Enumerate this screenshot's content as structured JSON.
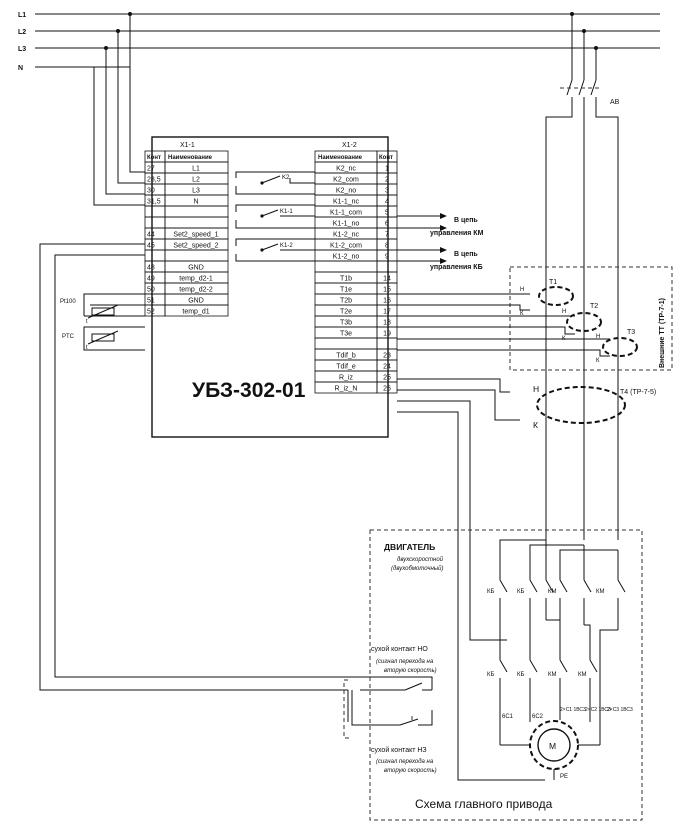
{
  "lines": {
    "l1": "L1",
    "l2": "L2",
    "l3": "L3",
    "n": "N"
  },
  "breaker": {
    "label": "АВ"
  },
  "x11": {
    "title": "X1-1",
    "col_num": "Конт",
    "col_name": "Наименование",
    "rows": [
      {
        "num": "27",
        "name": "L1"
      },
      {
        "num": "28,5",
        "name": "L2"
      },
      {
        "num": "30",
        "name": "L3"
      },
      {
        "num": "31,5",
        "name": "N"
      },
      {
        "num": "",
        "name": ""
      },
      {
        "num": "",
        "name": ""
      },
      {
        "num": "44",
        "name": "Set2_speed_1"
      },
      {
        "num": "45",
        "name": "Set2_speed_2"
      },
      {
        "num": "",
        "name": ""
      },
      {
        "num": "48",
        "name": "GND"
      },
      {
        "num": "49",
        "name": "temp_d2-1"
      },
      {
        "num": "50",
        "name": "temp_d2-2"
      },
      {
        "num": "51",
        "name": "GND"
      },
      {
        "num": "52",
        "name": "temp_d1"
      }
    ]
  },
  "x12": {
    "title": "X1-2",
    "col_name": "Наименование",
    "col_num": "Конт",
    "rows": [
      {
        "name": "K2_nc",
        "num": "1"
      },
      {
        "name": "K2_com",
        "num": "2"
      },
      {
        "name": "K2_no",
        "num": "3"
      },
      {
        "name": "K1-1_nc",
        "num": "4"
      },
      {
        "name": "K1-1_com",
        "num": "5"
      },
      {
        "name": "K1-1_no",
        "num": "6"
      },
      {
        "name": "K1-2_nc",
        "num": "7"
      },
      {
        "name": "K1-2_com",
        "num": "8"
      },
      {
        "name": "K1-2_no",
        "num": "9"
      },
      {
        "name": "",
        "num": ""
      },
      {
        "name": "T1b",
        "num": "14"
      },
      {
        "name": "T1e",
        "num": "15"
      },
      {
        "name": "T2b",
        "num": "16"
      },
      {
        "name": "T2e",
        "num": "17"
      },
      {
        "name": "T3b",
        "num": "18"
      },
      {
        "name": "T3e",
        "num": "19"
      },
      {
        "name": "",
        "num": ""
      },
      {
        "name": "Tdif_b",
        "num": "23"
      },
      {
        "name": "Tdif_e",
        "num": "24"
      },
      {
        "name": "R_iz",
        "num": "25"
      },
      {
        "name": "R_iz_N",
        "num": "26"
      }
    ]
  },
  "relays": {
    "k2": "K2",
    "k11": "K1-1",
    "k12": "K1-2"
  },
  "device": {
    "name": "УБЗ-302-01"
  },
  "outputs": {
    "km_title": "В цепь",
    "km_sub": "управления КМ",
    "kb_title": "В цепь",
    "kb_sub": "управления КБ"
  },
  "sensors": {
    "pt100": "Pt100",
    "ptc": "PTC",
    "t": "t"
  },
  "ct": {
    "t1": "T1",
    "t2": "T2",
    "t3": "T3",
    "t4": "T4 (ТР-7-5)",
    "h": "Н",
    "k": "К",
    "external": "Внешние ТТ (ТР-7-1)"
  },
  "motor": {
    "title": "ДВИГАТЕЛЬ",
    "sub1": "двухскоростной",
    "sub2": "(двухобмоточный)",
    "kb": "КБ",
    "km": "КМ",
    "m": "М",
    "pe": "PE",
    "w1": "6С1",
    "w2": "6С2",
    "w3": "2×С1 1ВС3",
    "w4": "2×С2 1ВС3",
    "w5": "2×С3 1ВС3"
  },
  "contacts": {
    "no_title": "сухой контакт НО",
    "no_sub1": "(сигнал перехода на",
    "no_sub2": "вторую скорость)",
    "nc_title": "сухой контакт НЗ",
    "nc_sub1": "(сигнал перехода на",
    "nc_sub2": "вторую скорость)"
  },
  "footer": {
    "title": "Схема главного привода"
  }
}
